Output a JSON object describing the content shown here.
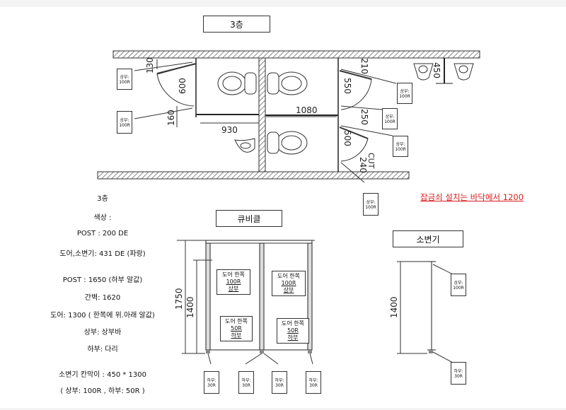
{
  "titles": {
    "floor": "3층",
    "cubicle": "큐비클",
    "urinal": "소변기"
  },
  "notes": [
    "3층",
    "색상 :",
    "POST : 200 DE",
    "도어,소변기: 431 DE (파랑)",
    "POST : 1650 (하부 알값)",
    "간벽: 1620",
    "도어: 1300 (  한쪽에 위.아래 알값)",
    "상부: 상부바",
    "하부: 다리",
    "소변기 칸막이 : 450 * 1300",
    "(  상부: 100R   , 하부: 50R )"
  ],
  "warning": "잡금쇠  설치는 바닥에서  1200",
  "plan": {
    "dims": [
      "130",
      "600",
      "160",
      "930",
      "1080",
      "210",
      "550",
      "250",
      "500",
      "240",
      "450"
    ],
    "cut": "CUT",
    "tag_top": "상부:",
    "tag_bottom": "100R"
  },
  "elevation": {
    "dim_1750": "1750",
    "dim_1400": "1400",
    "door_top_1": "도어 한쪽",
    "door_top_2": "100R",
    "door_top_3": "상부",
    "door_bottom_1": "도어 한쪽",
    "door_bottom_2": "50R",
    "door_bottom_3": "하부",
    "foot_tag_1": "하부:",
    "foot_tag_2": "30R"
  },
  "urinal_elev": {
    "dim_1400": "1400",
    "tag_top_1": "상부:",
    "tag_top_2": "100R",
    "tag_bottom_1": "하부:",
    "tag_bottom_2": "30R"
  }
}
